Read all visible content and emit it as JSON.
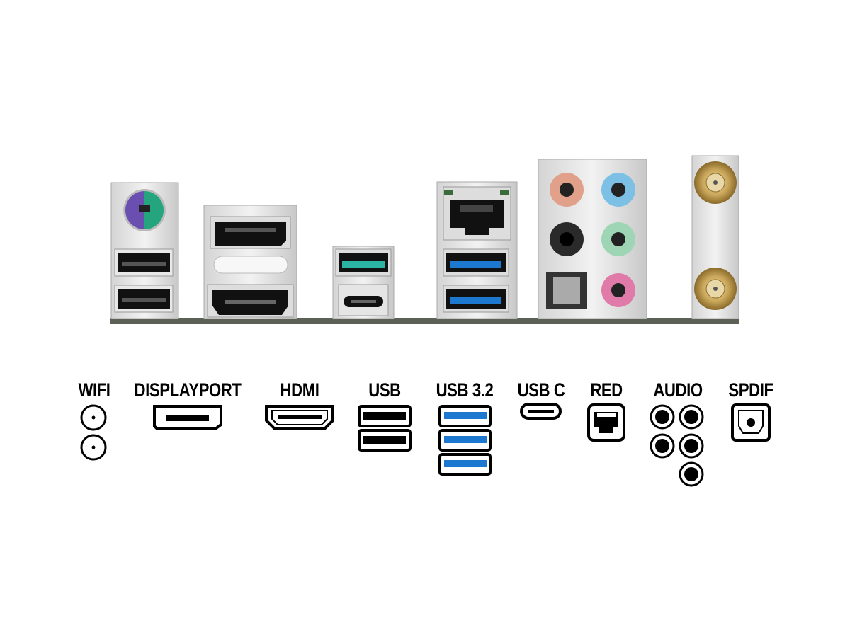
{
  "labels": {
    "wifi": "WIFI",
    "displayport": "DISPLAYPORT",
    "hdmi": "HDMI",
    "usb": "USB",
    "usb32": "USB 3.2",
    "usbc": "USB C",
    "red": "RED",
    "audio": "AUDIO",
    "spdif": "SPDIF"
  },
  "colors": {
    "usb3_blue": "#1d78d0",
    "usb_teal": "#2bb3a3",
    "ps2_purple": "#6a4fb0",
    "ps2_green": "#25a57d",
    "audio_orange": "#e0a08a",
    "audio_blue": "#7cc0e6",
    "audio_green": "#9ed6b5",
    "audio_pink": "#e07aa8",
    "antenna_gold": "#c9a65a"
  }
}
